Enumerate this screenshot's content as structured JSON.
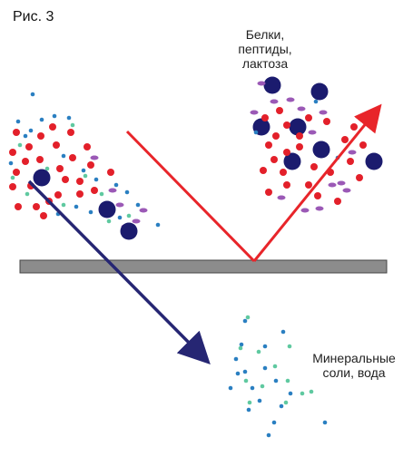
{
  "figure_label": "Рис. 3",
  "labels": {
    "retained": [
      "Белки,",
      "пептиды,",
      "лактоза"
    ],
    "permeate": [
      "Минеральные",
      "соли, вода"
    ]
  },
  "colors": {
    "membrane_fill": "#8c8c8c",
    "incoming_arrow": "#e8252a",
    "reflected_arrow": "#e8252a",
    "permeate_arrow": "#262673",
    "protein": "#1b1b6e",
    "red_particle": "#e3202a",
    "purple_particle": "#9b59b6",
    "teal_particle": "#5fc9a0",
    "blue_particle": "#2a7fc1"
  }
}
